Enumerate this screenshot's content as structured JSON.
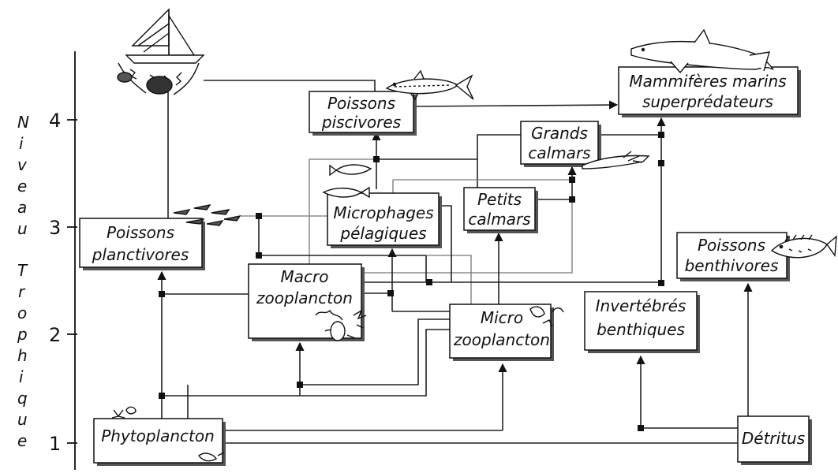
{
  "axis": {
    "title_letters": [
      "N",
      "i",
      "v",
      "e",
      "a",
      "u",
      "",
      "T",
      "r",
      "o",
      "p",
      "h",
      "i",
      "q",
      "u",
      "e"
    ],
    "ticks": [
      "4",
      "3",
      "2",
      "1"
    ]
  },
  "boxes": {
    "mammiferes": [
      "Mammifères marins",
      "superprédateurs"
    ],
    "piscivores": [
      "Poissons",
      "piscivores"
    ],
    "grands_calmars": [
      "Grands",
      "calmars"
    ],
    "petits_calmars": [
      "Petits",
      "calmars"
    ],
    "microphages": [
      "Microphages",
      "pélagiques"
    ],
    "planctivores": [
      "Poissons",
      "planctivores"
    ],
    "macrozoo": [
      "Macro",
      "zooplancton"
    ],
    "microzoo": [
      "Micro",
      "zooplancton"
    ],
    "invertebres": [
      "Invertébrés",
      "benthiques"
    ],
    "benthivores": [
      "Poissons",
      "benthivores"
    ],
    "phytoplancton": [
      "Phytoplancton"
    ],
    "detritus": [
      "Détritus"
    ]
  },
  "colors": {
    "ink": "#111111",
    "box_fill": "#ffffff",
    "grey_link": "#777777"
  },
  "icons": [
    "fishing-boat-icon",
    "dolphin-icon",
    "tuna-icon",
    "squid-icon",
    "small-fish-icon",
    "fish-school-icon",
    "plankton-icon",
    "grouper-icon"
  ]
}
